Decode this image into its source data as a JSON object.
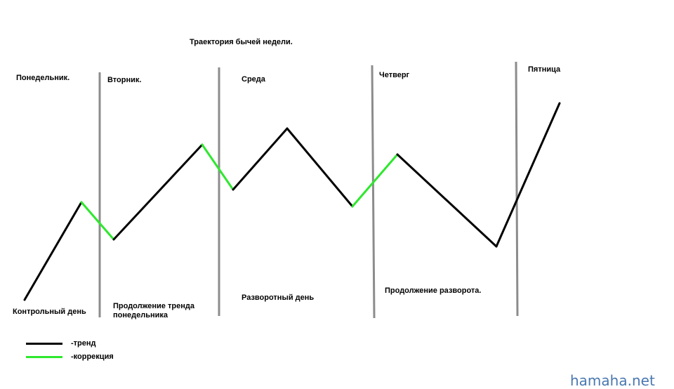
{
  "title": "Траектория бычей недели.",
  "colors": {
    "trend": "#000000",
    "correction": "#2ee82e",
    "divider": "#8c8c8c",
    "watermark": "#4a78b0"
  },
  "days": [
    {
      "name": "Понедельник.",
      "description": "Контрольный день"
    },
    {
      "name": "Вторник.",
      "description": "Продолжение тренда понедельника"
    },
    {
      "name": "Среда",
      "description": "Разворотный день"
    },
    {
      "name": "Четверг",
      "description": "Продолжение разворота."
    },
    {
      "name": "Пятница",
      "description": ""
    }
  ],
  "legend": {
    "trend": "-тренд",
    "correction": "-коррекция"
  },
  "watermark": "hamaha.net"
}
